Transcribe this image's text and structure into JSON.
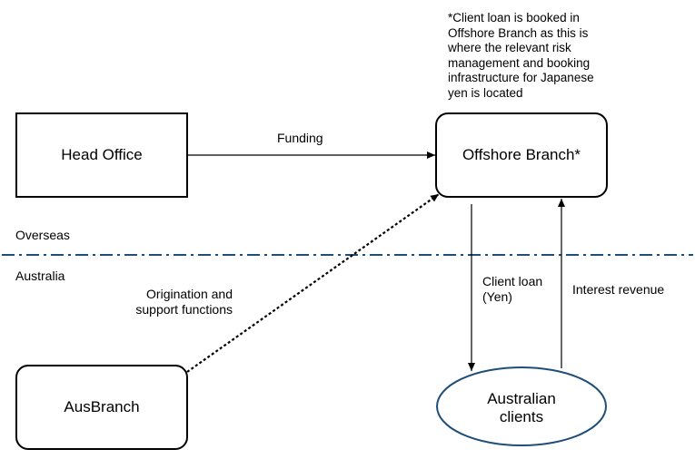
{
  "nodes": {
    "head_office": "Head Office",
    "offshore_branch": "Offshore Branch*",
    "aus_branch": "AusBranch",
    "australian_clients_line1": "Australian",
    "australian_clients_line2": "clients"
  },
  "edges": {
    "funding": "Funding",
    "origination_line1": "Origination and",
    "origination_line2": "support functions",
    "client_loan_line1": "Client loan",
    "client_loan_line2": "(Yen)",
    "interest_revenue": "Interest revenue"
  },
  "regions": {
    "overseas": "Overseas",
    "australia": "Australia"
  },
  "footnote": [
    "*Client loan is booked in",
    "Offshore Branch as this is",
    "where the relevant risk",
    "management and booking",
    "infrastructure for Japanese",
    "yen is located"
  ],
  "colors": {
    "boundary_line": "#1f4e79",
    "ellipse_border": "#1f4e79",
    "box_border": "#000000"
  }
}
